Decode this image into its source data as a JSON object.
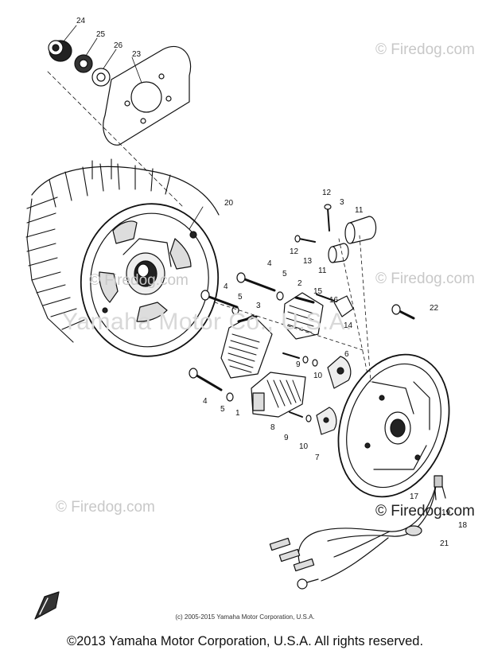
{
  "watermarks": {
    "text": "© Firedog.com",
    "big": "Yamaha Motor Co., U.S.A."
  },
  "part_numbers": [
    "24",
    "25",
    "26",
    "23",
    "20",
    "12",
    "3",
    "11",
    "12",
    "13",
    "11",
    "4",
    "5",
    "2",
    "15",
    "16",
    "14",
    "4",
    "5",
    "3",
    "22",
    "9",
    "10",
    "6",
    "4",
    "5",
    "1",
    "8",
    "9",
    "10",
    "7",
    "17",
    "19",
    "18",
    "21"
  ],
  "copyright_small": "(c) 2005-2015 Yamaha Motor Corporation, U.S.A.",
  "footer": "©2013 Yamaha Motor Corporation, U.S.A. All rights reserved."
}
